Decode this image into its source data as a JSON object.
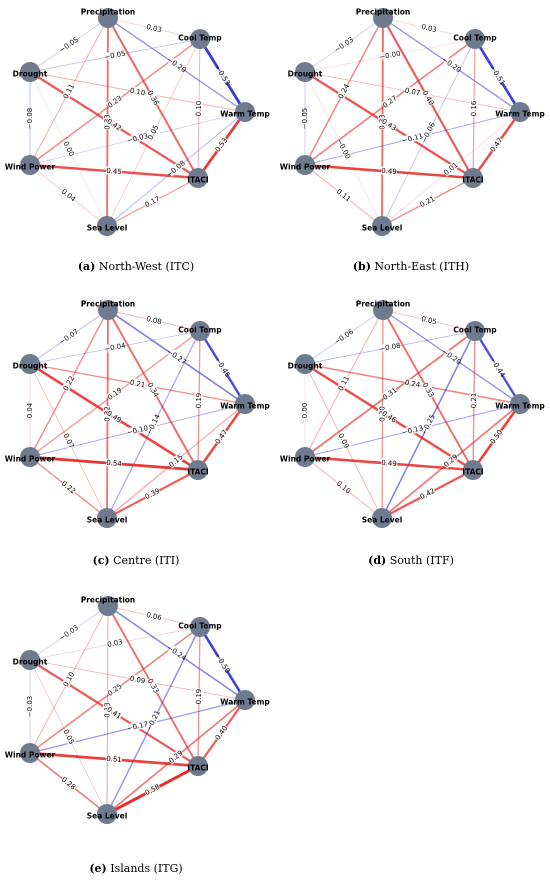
{
  "node_color": "#6e7b8f",
  "positive_color": "#e8201c",
  "negative_color": "#1f1fd6",
  "nodes": [
    "Precipitation",
    "Cool Temp",
    "Warm Temp",
    "ITACI",
    "Sea Level",
    "Wind Power",
    "Drought"
  ],
  "panels": [
    {
      "caption_letter": "(a)",
      "caption_text": " North-West (ITC)",
      "edges": [
        [
          "Precipitation",
          "Cool Temp",
          0.03
        ],
        [
          "Precipitation",
          "Drought",
          -0.05
        ],
        [
          "Precipitation",
          "Warm Temp",
          -0.2
        ],
        [
          "Precipitation",
          "ITACI",
          0.36
        ],
        [
          "Precipitation",
          "Sea Level",
          0.33
        ],
        [
          "Precipitation",
          "Wind Power",
          0.11
        ],
        [
          "Cool Temp",
          "Warm Temp",
          -0.53
        ],
        [
          "Cool Temp",
          "Drought",
          -0.05
        ],
        [
          "Cool Temp",
          "Wind Power",
          0.23
        ],
        [
          "Cool Temp",
          "Sea Level",
          0.05
        ],
        [
          "Cool Temp",
          "ITACI",
          0.1
        ],
        [
          "Warm Temp",
          "ITACI",
          0.53
        ],
        [
          "Warm Temp",
          "Drought",
          0.1
        ],
        [
          "Warm Temp",
          "Wind Power",
          -0.03
        ],
        [
          "Warm Temp",
          "Sea Level",
          -0.08
        ],
        [
          "ITACI",
          "Sea Level",
          0.17
        ],
        [
          "ITACI",
          "Wind Power",
          0.45
        ],
        [
          "ITACI",
          "Drought",
          0.42
        ],
        [
          "Sea Level",
          "Wind Power",
          0.04
        ],
        [
          "Sea Level",
          "Drought",
          0.0
        ],
        [
          "Wind Power",
          "Drought",
          -0.08
        ]
      ],
      "labels": [
        "0.03",
        "−0.05",
        "−0.20",
        "0.36",
        "0.33",
        "0.11",
        "−0.53",
        "−0.05",
        "0.23",
        "0.05",
        "0.10",
        "0.53",
        "0.10",
        "−0.03",
        "−0.08",
        "0.17",
        "0.45",
        "0.42",
        "0.04",
        "0.00",
        "−0.08"
      ]
    },
    {
      "caption_letter": "(b)",
      "caption_text": " North-East (ITH)",
      "edges": [
        [
          "Precipitation",
          "Cool Temp",
          0.03
        ],
        [
          "Precipitation",
          "Drought",
          -0.03
        ],
        [
          "Precipitation",
          "Warm Temp",
          -0.2
        ],
        [
          "Precipitation",
          "ITACI",
          0.4
        ],
        [
          "Precipitation",
          "Sea Level",
          0.33
        ],
        [
          "Precipitation",
          "Wind Power",
          0.24
        ],
        [
          "Cool Temp",
          "Warm Temp",
          -0.51
        ],
        [
          "Cool Temp",
          "Drought",
          -0.0
        ],
        [
          "Cool Temp",
          "Wind Power",
          0.27
        ],
        [
          "Cool Temp",
          "Sea Level",
          -0.06
        ],
        [
          "Cool Temp",
          "ITACI",
          0.16
        ],
        [
          "Warm Temp",
          "ITACI",
          0.47
        ],
        [
          "Warm Temp",
          "Drought",
          0.07
        ],
        [
          "Warm Temp",
          "Wind Power",
          -0.11
        ],
        [
          "Warm Temp",
          "Sea Level",
          0.01
        ],
        [
          "ITACI",
          "Sea Level",
          0.21
        ],
        [
          "ITACI",
          "Wind Power",
          0.49
        ],
        [
          "ITACI",
          "Drought",
          0.43
        ],
        [
          "Sea Level",
          "Wind Power",
          0.11
        ],
        [
          "Sea Level",
          "Drought",
          -0.0
        ],
        [
          "Wind Power",
          "Drought",
          -0.05
        ]
      ],
      "labels": [
        "0.03",
        "−0.03",
        "−0.20",
        "0.40",
        "0.33",
        "0.24",
        "−0.51",
        "−0.00",
        "0.27",
        "−0.06",
        "0.16",
        "0.47",
        "0.07",
        "−0.11",
        "0.01",
        "0.21",
        "0.49",
        "0.43",
        "0.11",
        "−0.00",
        "−0.05"
      ]
    },
    {
      "caption_letter": "(c)",
      "caption_text": " Centre (ITI)",
      "edges": [
        [
          "Precipitation",
          "Cool Temp",
          0.08
        ],
        [
          "Precipitation",
          "Drought",
          -0.07
        ],
        [
          "Precipitation",
          "Warm Temp",
          -0.27
        ],
        [
          "Precipitation",
          "ITACI",
          0.34
        ],
        [
          "Precipitation",
          "Sea Level",
          0.32
        ],
        [
          "Precipitation",
          "Wind Power",
          0.22
        ],
        [
          "Cool Temp",
          "Warm Temp",
          -0.46
        ],
        [
          "Cool Temp",
          "Drought",
          -0.04
        ],
        [
          "Cool Temp",
          "Wind Power",
          0.19
        ],
        [
          "Cool Temp",
          "Sea Level",
          -0.14
        ],
        [
          "Cool Temp",
          "ITACI",
          0.19
        ],
        [
          "Warm Temp",
          "ITACI",
          0.47
        ],
        [
          "Warm Temp",
          "Drought",
          0.21
        ],
        [
          "Warm Temp",
          "Wind Power",
          -0.1
        ],
        [
          "Warm Temp",
          "Sea Level",
          0.15
        ],
        [
          "ITACI",
          "Sea Level",
          0.39
        ],
        [
          "ITACI",
          "Wind Power",
          0.54
        ],
        [
          "ITACI",
          "Drought",
          0.49
        ],
        [
          "Sea Level",
          "Wind Power",
          0.22
        ],
        [
          "Sea Level",
          "Drought",
          0.07
        ],
        [
          "Wind Power",
          "Drought",
          0.04
        ]
      ],
      "labels": [
        "0.08",
        "−0.07",
        "−0.27",
        "0.34",
        "0.32",
        "0.22",
        "−0.46",
        "−0.04",
        "0.19",
        "−0.14",
        "0.19",
        "0.47",
        "0.21",
        "−0.10",
        "0.15",
        "0.39",
        "0.54",
        "0.49",
        "0.22",
        "0.07",
        "0.04"
      ]
    },
    {
      "caption_letter": "(d)",
      "caption_text": " South (ITF)",
      "edges": [
        [
          "Precipitation",
          "Cool Temp",
          0.05
        ],
        [
          "Precipitation",
          "Drought",
          -0.06
        ],
        [
          "Precipitation",
          "Warm Temp",
          -0.2
        ],
        [
          "Precipitation",
          "ITACI",
          0.33
        ],
        [
          "Precipitation",
          "Sea Level",
          0.2
        ],
        [
          "Precipitation",
          "Wind Power",
          0.11
        ],
        [
          "Cool Temp",
          "Warm Temp",
          -0.44
        ],
        [
          "Cool Temp",
          "Drought",
          -0.08
        ],
        [
          "Cool Temp",
          "Wind Power",
          0.31
        ],
        [
          "Cool Temp",
          "Sea Level",
          -0.25
        ],
        [
          "Cool Temp",
          "ITACI",
          0.21
        ],
        [
          "Warm Temp",
          "ITACI",
          0.5
        ],
        [
          "Warm Temp",
          "Drought",
          0.24
        ],
        [
          "Warm Temp",
          "Wind Power",
          -0.13
        ],
        [
          "Warm Temp",
          "Sea Level",
          0.29
        ],
        [
          "ITACI",
          "Sea Level",
          0.42
        ],
        [
          "ITACI",
          "Wind Power",
          0.49
        ],
        [
          "ITACI",
          "Drought",
          0.46
        ],
        [
          "Sea Level",
          "Wind Power",
          0.1
        ],
        [
          "Sea Level",
          "Drought",
          0.09
        ],
        [
          "Wind Power",
          "Drought",
          0.0
        ]
      ],
      "labels": [
        "0.05",
        "−0.06",
        "−0.20",
        "0.33",
        "0.20",
        "0.11",
        "−0.44",
        "−0.08",
        "0.31",
        "−0.25",
        "0.21",
        "0.50",
        "0.24",
        "−0.13",
        "0.29",
        "0.42",
        "0.49",
        "0.46",
        "0.10",
        "0.09",
        "0.00"
      ]
    },
    {
      "caption_letter": "(e)",
      "caption_text": " Islands (ITG)",
      "edges": [
        [
          "Precipitation",
          "Cool Temp",
          0.06
        ],
        [
          "Precipitation",
          "Drought",
          -0.03
        ],
        [
          "Precipitation",
          "Warm Temp",
          -0.24
        ],
        [
          "Precipitation",
          "ITACI",
          0.33
        ],
        [
          "Precipitation",
          "Sea Level",
          0.13
        ],
        [
          "Precipitation",
          "Wind Power",
          0.1
        ],
        [
          "Cool Temp",
          "Warm Temp",
          -0.5
        ],
        [
          "Cool Temp",
          "Drought",
          0.03
        ],
        [
          "Cool Temp",
          "Wind Power",
          0.25
        ],
        [
          "Cool Temp",
          "Sea Level",
          -0.21
        ],
        [
          "Cool Temp",
          "ITACI",
          0.19
        ],
        [
          "Warm Temp",
          "ITACI",
          0.4
        ],
        [
          "Warm Temp",
          "Drought",
          0.09
        ],
        [
          "Warm Temp",
          "Wind Power",
          -0.17
        ],
        [
          "Warm Temp",
          "Sea Level",
          0.29
        ],
        [
          "ITACI",
          "Sea Level",
          0.58
        ],
        [
          "ITACI",
          "Wind Power",
          0.51
        ],
        [
          "ITACI",
          "Drought",
          0.41
        ],
        [
          "Sea Level",
          "Wind Power",
          0.28
        ],
        [
          "Sea Level",
          "Drought",
          0.05
        ],
        [
          "Wind Power",
          "Drought",
          -0.03
        ]
      ],
      "labels": [
        "0.06",
        "−0.03",
        "−0.24",
        "0.33",
        "0.13",
        "0.10",
        "−0.50",
        "0.03",
        "0.25",
        "−0.21",
        "0.19",
        "0.40",
        "0.09",
        "−0.17",
        "0.29",
        "0.58",
        "0.51",
        "0.41",
        "0.28",
        "0.05",
        "−0.03"
      ]
    }
  ]
}
